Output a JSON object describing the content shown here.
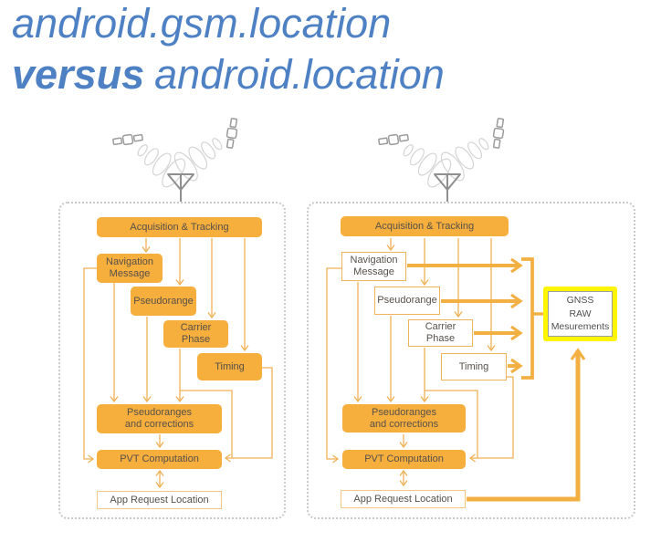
{
  "slide": {
    "title_line1": "android.gsm.location",
    "title_line2_bold": "versus",
    "title_line2_rest": "android.location"
  },
  "colors": {
    "box_orange": "#F6AE3D",
    "connector_orange": "#F0B156",
    "thick_arrow_orange": "#F3B042",
    "highlight_yellow": "#FFF500",
    "title_blue": "#4E81C4",
    "box_text": "#56504a"
  },
  "left_diagram": {
    "acquisition": "Acquisition & Tracking",
    "navigation_line1": "Navigation",
    "navigation_line2": "Message",
    "pseudorange": "Pseudorange",
    "carrier_line1": "Carrier",
    "carrier_line2": "Phase",
    "timing": "Timing",
    "corrections_line1": "Pseudoranges",
    "corrections_line2": "and corrections",
    "pvt": "PVT Computation",
    "app": "App Request Location"
  },
  "right_diagram": {
    "acquisition": "Acquisition & Tracking",
    "navigation_line1": "Navigation",
    "navigation_line2": "Message",
    "pseudorange": "Pseudorange",
    "carrier_line1": "Carrier",
    "carrier_line2": "Phase",
    "timing": "Timing",
    "corrections_line1": "Pseudoranges",
    "corrections_line2": "and corrections",
    "pvt": "PVT Computation",
    "app": "App Request Location",
    "gnss_line1": "GNSS",
    "gnss_line2": "RAW",
    "gnss_line3": "Mesurements"
  }
}
